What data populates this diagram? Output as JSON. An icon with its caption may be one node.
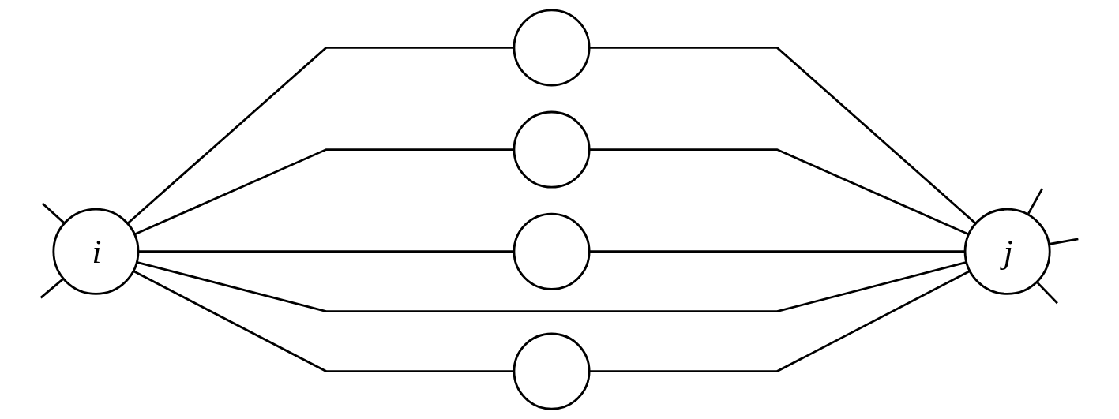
{
  "diagram": {
    "nodes": [
      {
        "text": [],
        "shape": "circle"
      },
      {
        "text": [],
        "shape": "circle"
      },
      {
        "text": [],
        "shape": "circle"
      },
      {
        "text": [
          "i"
        ]
      },
      {
        "text": [
          "j"
        ]
      },
      {
        "text": [],
        "shape": "circle"
      }
    ],
    "edges": [
      {
        "from": 3,
        "to": 0,
        "arrow": "none"
      },
      {
        "from": 0,
        "to": 4,
        "arrow": "none"
      },
      {
        "from": 3,
        "to": 1,
        "arrow": "none"
      },
      {
        "from": 1,
        "to": 4,
        "arrow": "none"
      },
      {
        "from": 3,
        "to": 2,
        "arrow": "none"
      },
      {
        "from": 2,
        "to": 4,
        "arrow": "none"
      },
      {
        "from": 3,
        "to": 4,
        "arrow": "none"
      },
      {
        "from": 3,
        "to": 5,
        "arrow": "none"
      },
      {
        "from": 5,
        "to": 4,
        "arrow": "none"
      },
      {
        "from": 3,
        "to": null,
        "arrow": "none"
      },
      {
        "from": 3,
        "to": null,
        "arrow": "none"
      },
      {
        "from": 4,
        "to": null,
        "arrow": "none"
      },
      {
        "from": 4,
        "to": null,
        "arrow": "none"
      },
      {
        "from": 4,
        "to": null,
        "arrow": "none"
      }
    ]
  }
}
